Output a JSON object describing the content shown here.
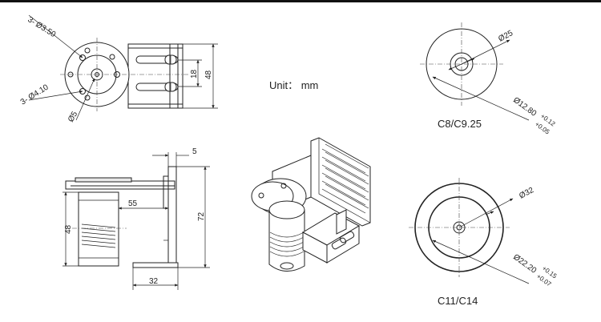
{
  "unit_label": "Unit：  mm",
  "top_left_view": {
    "hole_small": "3- Ø3.50",
    "hole_large": "3- Ø4.10",
    "bore": "Ø5",
    "dim_slot": "18",
    "dim_height": "48"
  },
  "side_view": {
    "dim_top": "5",
    "dim_length": "55",
    "dim_height": "72",
    "dim_coupler": "48",
    "dim_base": "32"
  },
  "small_disc": {
    "outer": "Ø25",
    "inner": "Ø12.80",
    "tol_plus": "+0.12",
    "tol_minus": "+0.05",
    "label": "C8/C9.25"
  },
  "large_disc": {
    "outer": "Ø32",
    "inner": "Ø22.20",
    "tol_plus": "+0.15",
    "tol_minus": "+0.07",
    "label": "C11/C14"
  }
}
